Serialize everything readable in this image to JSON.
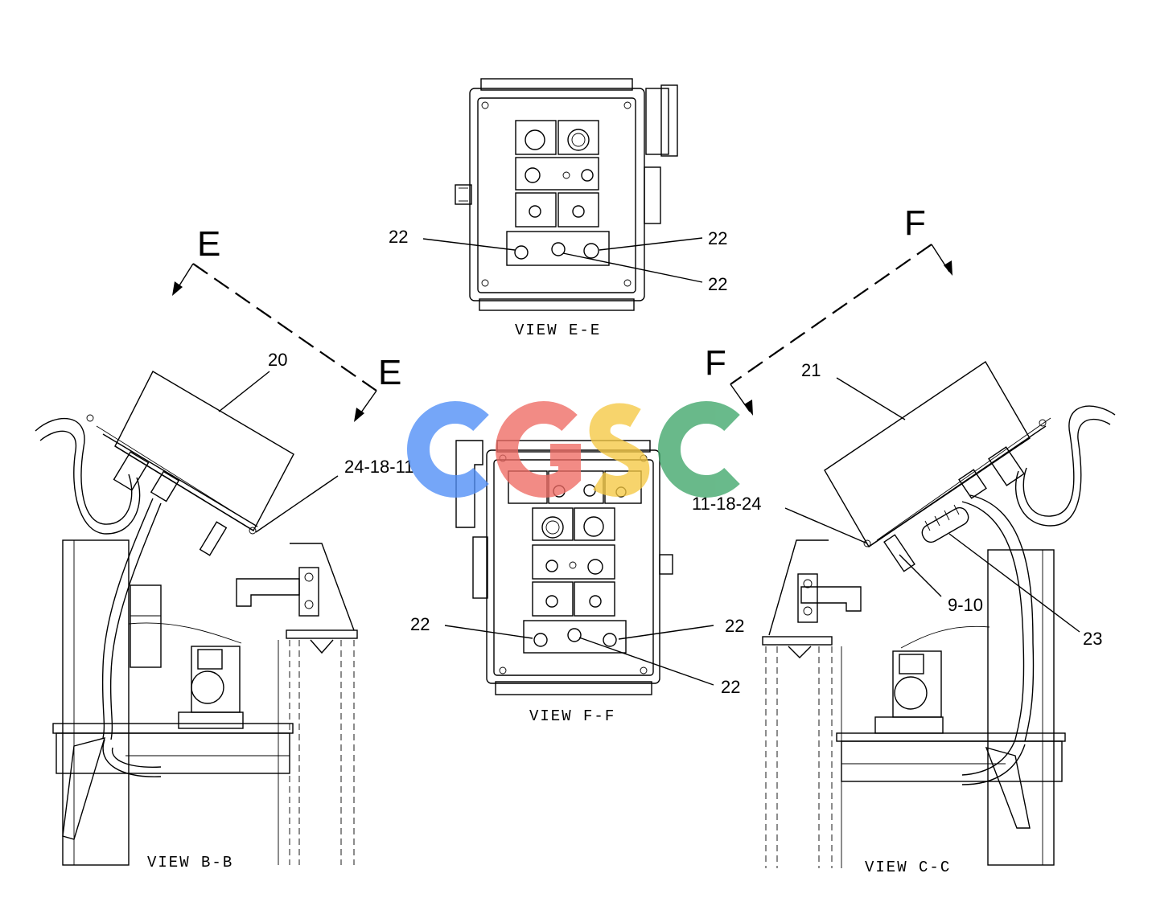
{
  "views": {
    "e": {
      "label": "VIEW  E-E"
    },
    "f": {
      "label": "VIEW  F-F"
    },
    "b": {
      "label": "VIEW  B-B"
    },
    "c": {
      "label": "VIEW  C-C"
    }
  },
  "section_marks": [
    "E",
    "E",
    "F",
    "F"
  ],
  "callouts": {
    "ee_left": "22",
    "ee_right": "22",
    "ee_bottom": "22",
    "ff_left": "22",
    "ff_right": "22",
    "ff_bottom": "22",
    "box_left": "20",
    "box_right": "21",
    "fastener_left": "24-18-11",
    "fastener_right": "11-18-24",
    "bracket": "9-10",
    "hose": "23"
  },
  "watermark": {
    "text": "CGSC",
    "colors": [
      "#4f8ef7",
      "#ef6b64",
      "#f6c944",
      "#3fa66a"
    ]
  }
}
